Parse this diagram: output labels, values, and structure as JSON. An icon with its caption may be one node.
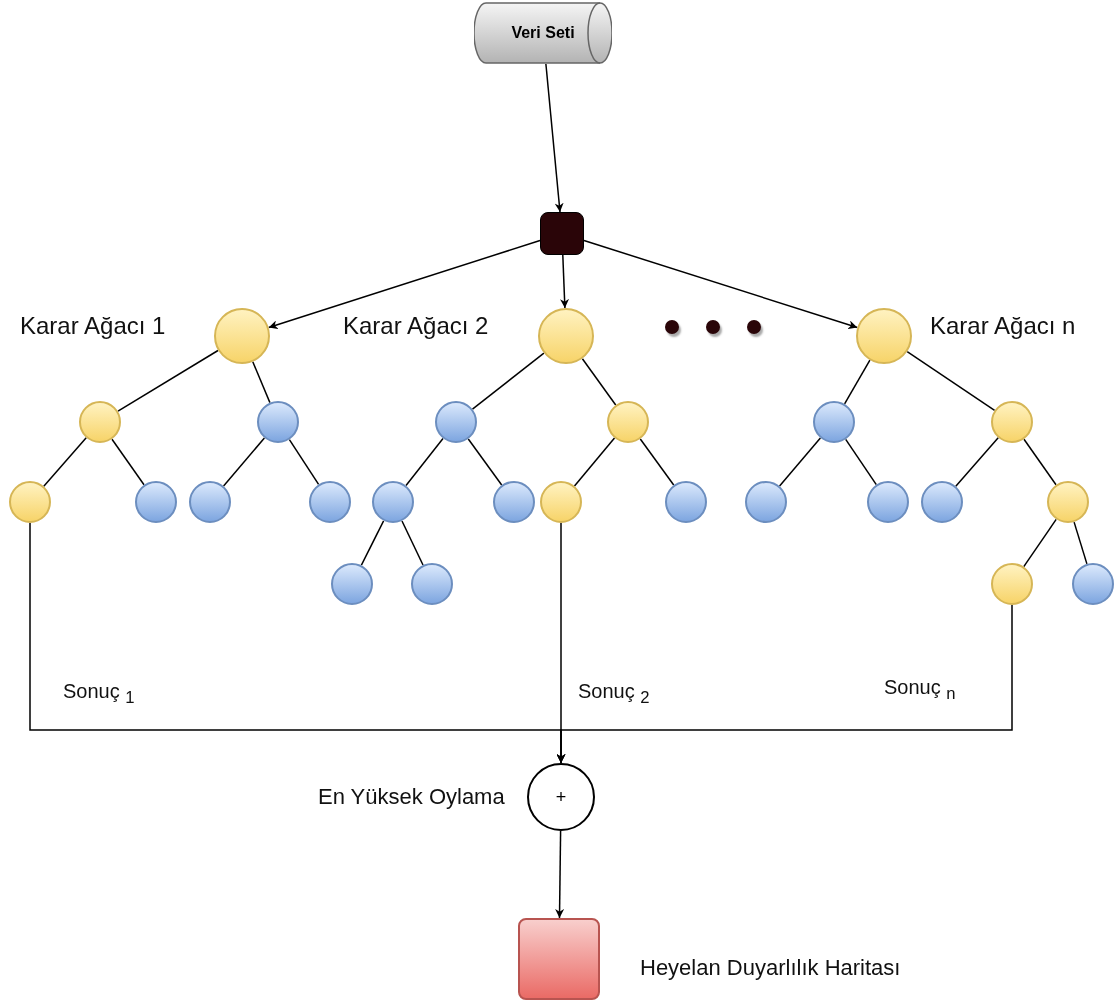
{
  "diagram": {
    "nodes": [
      {
        "text": [
          "Veri Seti"
        ]
      },
      {
        "text": [],
        "shape": "box"
      },
      {
        "text": [],
        "shape": "circle",
        "beside": [
          "Karar Ağacı 1"
        ]
      },
      {
        "text": [],
        "shape": "circle"
      },
      {
        "text": [],
        "shape": "circle"
      },
      {
        "text": [],
        "shape": "circle"
      },
      {
        "text": [],
        "shape": "circle"
      },
      {
        "text": [],
        "shape": "circle"
      },
      {
        "text": [],
        "shape": "circle"
      },
      {
        "text": [],
        "shape": "circle",
        "beside": [
          "Karar Ağacı 2"
        ]
      },
      {
        "text": [],
        "shape": "circle"
      },
      {
        "text": [],
        "shape": "circle"
      },
      {
        "text": [],
        "shape": "circle"
      },
      {
        "text": [],
        "shape": "circle"
      },
      {
        "text": [],
        "shape": "circle"
      },
      {
        "text": [],
        "shape": "circle"
      },
      {
        "text": [],
        "shape": "circle"
      },
      {
        "text": [],
        "shape": "circle"
      },
      {
        "text": [],
        "shape": "circle"
      },
      {
        "text": [],
        "shape": "circle"
      },
      {
        "text": [],
        "shape": "circle"
      },
      {
        "text": [],
        "shape": "circle",
        "beside": [
          "Karar Ağacı n"
        ]
      },
      {
        "text": [],
        "shape": "circle"
      },
      {
        "text": [],
        "shape": "circle"
      },
      {
        "text": [],
        "shape": "circle"
      },
      {
        "text": [],
        "shape": "circle"
      },
      {
        "text": [],
        "shape": "circle"
      },
      {
        "text": [],
        "shape": "circle"
      },
      {
        "text": [],
        "shape": "circle"
      },
      {
        "text": [],
        "shape": "circle"
      },
      {
        "text": [
          "+"
        ],
        "beside": [
          "En Yüksek Oylama"
        ]
      },
      {
        "text": [],
        "shape": "box",
        "beside": [
          "Heyelan Duyarlılık Haritası"
        ]
      }
    ],
    "edges": [
      {
        "from": 0,
        "to": 1,
        "arrow": "to"
      },
      {
        "from": 1,
        "to": 2,
        "arrow": "to"
      },
      {
        "from": 1,
        "to": 9,
        "arrow": "to"
      },
      {
        "from": 1,
        "to": 21,
        "arrow": "to"
      },
      {
        "from": 2,
        "to": 3,
        "arrow": "none"
      },
      {
        "from": 2,
        "to": 4,
        "arrow": "none"
      },
      {
        "from": 3,
        "to": 5,
        "arrow": "none"
      },
      {
        "from": 3,
        "to": 6,
        "arrow": "none"
      },
      {
        "from": 4,
        "to": 7,
        "arrow": "none"
      },
      {
        "from": 4,
        "to": 8,
        "arrow": "none"
      },
      {
        "from": 9,
        "to": 10,
        "arrow": "none"
      },
      {
        "from": 9,
        "to": 11,
        "arrow": "none"
      },
      {
        "from": 10,
        "to": 12,
        "arrow": "none"
      },
      {
        "from": 10,
        "to": 13,
        "arrow": "none"
      },
      {
        "from": 12,
        "to": 14,
        "arrow": "none"
      },
      {
        "from": 12,
        "to": 15,
        "arrow": "none"
      },
      {
        "from": 11,
        "to": 16,
        "arrow": "none"
      },
      {
        "from": 11,
        "to": 17,
        "arrow": "none"
      },
      {
        "from": 21,
        "to": 22,
        "arrow": "none"
      },
      {
        "from": 21,
        "to": 23,
        "arrow": "none"
      },
      {
        "from": 22,
        "to": 24,
        "arrow": "none"
      },
      {
        "from": 22,
        "to": 25,
        "arrow": "none"
      },
      {
        "from": 23,
        "to": 26,
        "arrow": "none"
      },
      {
        "from": 23,
        "to": 27,
        "arrow": "none"
      },
      {
        "from": 27,
        "to": 28,
        "arrow": "none"
      },
      {
        "from": 27,
        "to": 29,
        "arrow": "none"
      },
      {
        "from": 5,
        "to": 30,
        "arrow": "to",
        "label": "Sonuç $_{1}$"
      },
      {
        "from": 16,
        "to": 30,
        "arrow": "to",
        "label": "Sonuç $_{2}$"
      },
      {
        "from": 28,
        "to": 30,
        "arrow": "to",
        "label": "Sonuç $_{n}$"
      },
      {
        "from": 30,
        "to": 31,
        "arrow": "to"
      }
    ]
  }
}
